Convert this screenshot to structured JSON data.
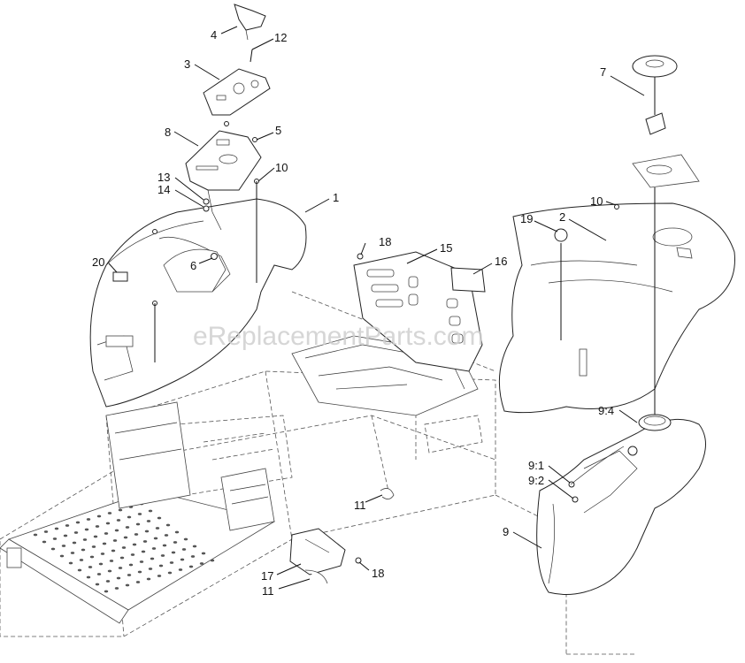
{
  "watermark": "eReplacementParts.com",
  "callouts": {
    "c1": "1",
    "c2": "2",
    "c3": "3",
    "c4": "4",
    "c5": "5",
    "c6": "6",
    "c7": "7",
    "c8": "8",
    "c9": "9",
    "c9_1": "9:1",
    "c9_2": "9:2",
    "c9_4": "9:4",
    "c10a": "10",
    "c10b": "10",
    "c11a": "11",
    "c11b": "11",
    "c12": "12",
    "c13": "13",
    "c14": "14",
    "c15": "15",
    "c16": "16",
    "c17": "17",
    "c18a": "18",
    "c18b": "18",
    "c19": "19",
    "c20": "20"
  }
}
